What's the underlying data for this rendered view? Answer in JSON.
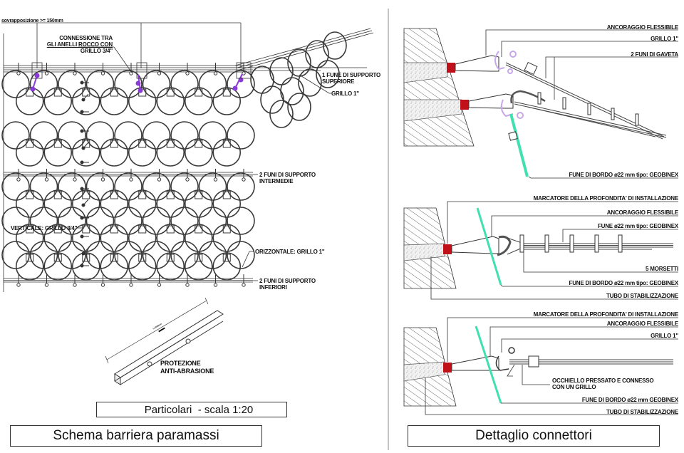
{
  "left_panel": {
    "overlap_note": "sovrapposizione >= 150mm",
    "labels": {
      "connection": [
        "CONNESSIONE TRA",
        "GLI ANELLI ROCCO CON",
        "GRILLO 3/4\""
      ],
      "upper_rope": [
        "1 FUNE DI SUPPORTO",
        "SUPERIORE"
      ],
      "shackle_top": "GRILLO 1\"",
      "intermediate_ropes": [
        "2 FUNI DI SUPPORTO",
        "INTERMEDIE"
      ],
      "vertical": "VERTICALE: GRILLO 3/4\"",
      "horizontal": "ORIZZONTALE: GRILLO 1\"",
      "lower_ropes": [
        "2 FUNI DI SUPPORTO",
        "INFERIORI"
      ],
      "protection": [
        "PROTEZIONE",
        "ANTI-ABRASIONE"
      ],
      "dimension": "L=1000mm"
    },
    "details_caption": "Particolari  - scala 1:20",
    "title": "Schema barriera paramassi"
  },
  "right_panel": {
    "detail_1": {
      "labels": [
        "ANCORAGGIO FLESSIBILE",
        "GRILLO 1\"",
        "2 FUNI DI GAVETA",
        "FUNE DI BORDO ø22 mm tipo: GEOBINEX"
      ]
    },
    "detail_2": {
      "labels": [
        "MARCATORE DELLA PROFONDITA' DI INSTALLAZIONE",
        "ANCORAGGIO FLESSIBILE",
        "FUNE ø22 mm tipo: GEOBINEX",
        "5 MORSETTI",
        "FUNE DI BORDO ø22 mm tipo: GEOBINEX",
        "TUBO DI STABILIZZAZIONE"
      ]
    },
    "detail_3": {
      "labels": [
        "MARCATORE DELLA PROFONDITA' DI INSTALLAZIONE",
        "ANCORAGGIO FLESSIBILE",
        "GRILLO 1\"",
        "OCCHIELLO PRESSATO E CONNESSO",
        "CON UN GRILLO",
        "FUNE DI BORDO ø22 mm GEOBINEX",
        "TUBO DI STABILIZZAZIONE"
      ]
    },
    "title": "Dettaglio connettori"
  },
  "colors": {
    "line": "#333333",
    "shackle": "#8a3ad8",
    "anchor_marker": "#c0101a",
    "edge_rope": "#40e0b0",
    "shackle_light": "#c8a8e8"
  }
}
